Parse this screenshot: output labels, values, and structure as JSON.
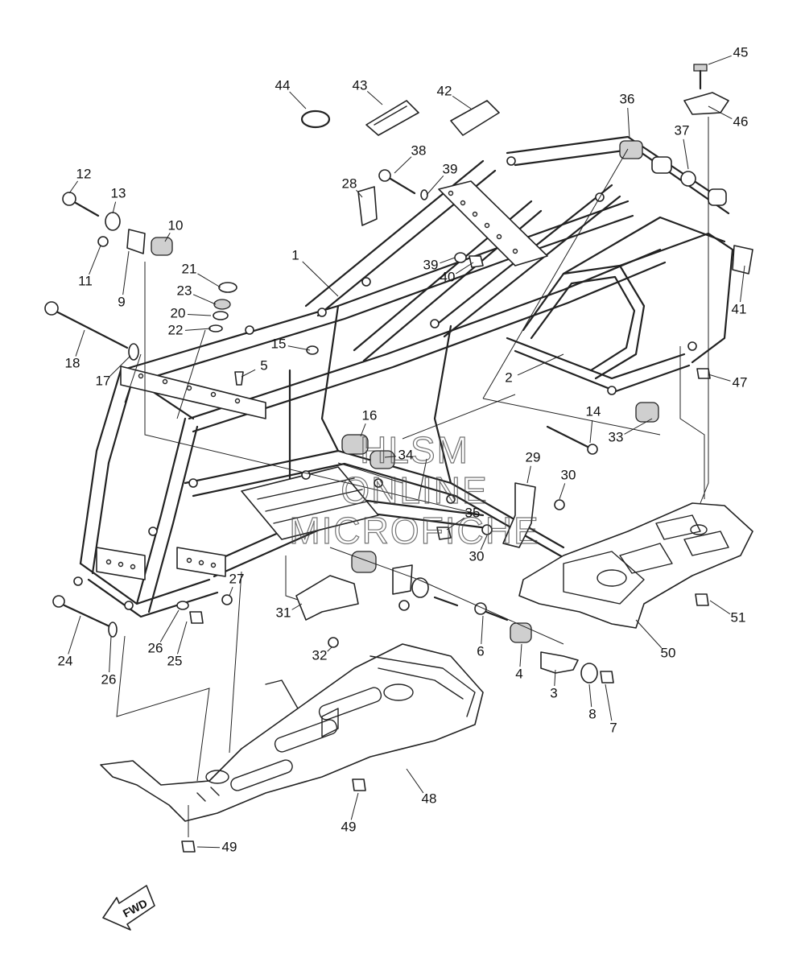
{
  "diagram": {
    "callouts": [
      {
        "label": "1",
        "part": "frame-comp"
      },
      {
        "label": "2",
        "part": "rear-frame-crossmember"
      },
      {
        "label": "3",
        "part": "engine-bracket-rear"
      },
      {
        "label": "4",
        "part": "rubber-damper"
      },
      {
        "label": "5",
        "part": "clip"
      },
      {
        "label": "6",
        "part": "bolt"
      },
      {
        "label": "7",
        "part": "nut"
      },
      {
        "label": "8",
        "part": "collar"
      },
      {
        "label": "9",
        "part": "engine-bracket-front"
      },
      {
        "label": "10",
        "part": "rubber-damper"
      },
      {
        "label": "11",
        "part": "bolt"
      },
      {
        "label": "12",
        "part": "bolt"
      },
      {
        "label": "13",
        "part": "collar"
      },
      {
        "label": "14",
        "part": "bolt"
      },
      {
        "label": "15",
        "part": "grommet"
      },
      {
        "label": "16",
        "part": "rubber-mount"
      },
      {
        "label": "17",
        "part": "washer"
      },
      {
        "label": "18",
        "part": "long-bolt"
      },
      {
        "label": "20",
        "part": "collar"
      },
      {
        "label": "21",
        "part": "washer"
      },
      {
        "label": "22",
        "part": "washer"
      },
      {
        "label": "23",
        "part": "damper"
      },
      {
        "label": "24",
        "part": "bolt"
      },
      {
        "label": "25",
        "part": "nut"
      },
      {
        "label": "26",
        "part": "washer"
      },
      {
        "label": "26",
        "part": "washer"
      },
      {
        "label": "27",
        "part": "bolt"
      },
      {
        "label": "28",
        "part": "bracket"
      },
      {
        "label": "29",
        "part": "bracket"
      },
      {
        "label": "30",
        "part": "bolt"
      },
      {
        "label": "30",
        "part": "bolt"
      },
      {
        "label": "31",
        "part": "bracket"
      },
      {
        "label": "32",
        "part": "bolt"
      },
      {
        "label": "33",
        "part": "bushing"
      },
      {
        "label": "34",
        "part": "damper"
      },
      {
        "label": "35",
        "part": "nut"
      },
      {
        "label": "36",
        "part": "bushing"
      },
      {
        "label": "37",
        "part": "collar"
      },
      {
        "label": "38",
        "part": "bolt"
      },
      {
        "label": "39",
        "part": "washer"
      },
      {
        "label": "39",
        "part": "washer"
      },
      {
        "label": "40",
        "part": "nut"
      },
      {
        "label": "41",
        "part": "plate"
      },
      {
        "label": "42",
        "part": "cover"
      },
      {
        "label": "43",
        "part": "holder"
      },
      {
        "label": "44",
        "part": "o-ring"
      },
      {
        "label": "45",
        "part": "bracket"
      },
      {
        "label": "46",
        "part": "bolt"
      },
      {
        "label": "47",
        "part": "nut"
      },
      {
        "label": "48",
        "part": "front-skid-plate"
      },
      {
        "label": "49",
        "part": "bolt"
      },
      {
        "label": "49",
        "part": "bolt"
      },
      {
        "label": "50",
        "part": "rear-skid-plate"
      },
      {
        "label": "51",
        "part": "bolt"
      }
    ],
    "watermark": [
      "HLSM",
      "ONLINE",
      "MICROFICHE"
    ],
    "direction_badge": "FWD"
  }
}
